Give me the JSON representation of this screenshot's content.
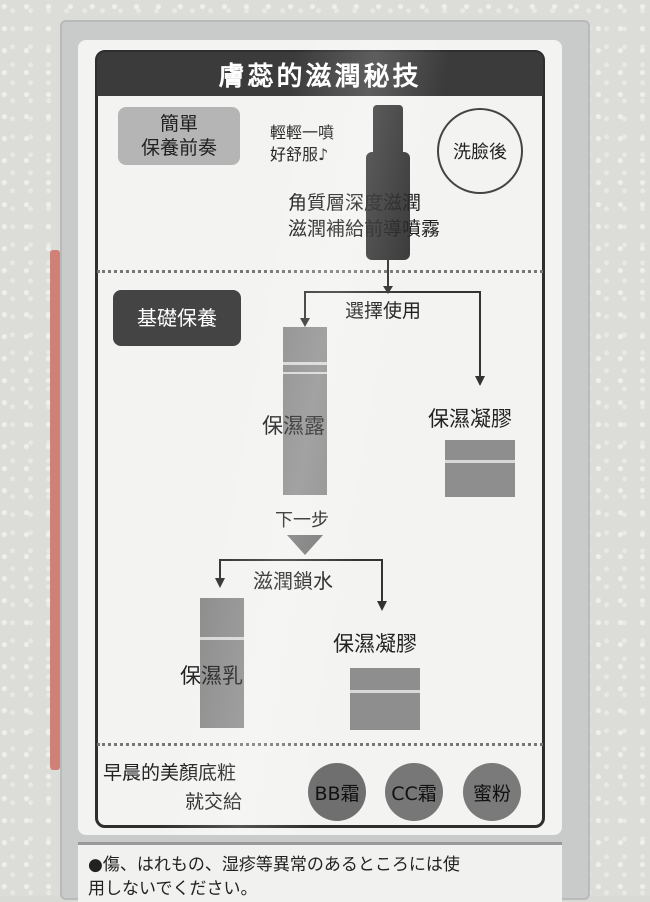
{
  "title": "膚蕊的滋潤秘技",
  "step1": {
    "label_line1": "簡單",
    "label_line2": "保養前奏",
    "spray_note_line1": "輕輕一噴",
    "spray_note_line2": "好舒服♪",
    "after_wash": "洗臉後",
    "mist_line1": "角質層深度滋潤",
    "mist_line2": "滋潤補給前導噴霧"
  },
  "step2": {
    "label": "基礎保養",
    "choose": "選擇使用",
    "lotion": "保濕露",
    "gel": "保濕凝膠",
    "next": "下一步",
    "seal": "滋潤鎖水",
    "milk": "保濕乳",
    "gel2": "保濕凝膠"
  },
  "step3": {
    "label_line1": "早晨的美顏底粧",
    "label_line2": "就交給",
    "items": [
      "BB霜",
      "CC霜",
      "蜜粉"
    ]
  },
  "warning": {
    "line1": "●傷、はれもの、湿疹等異常のあるところには使",
    "line2": "用しないでください。"
  },
  "colors": {
    "title_bg": "#3b3b3b",
    "product_gray": "#8e8e8e",
    "bottle_dark": "#3a3a3a"
  }
}
